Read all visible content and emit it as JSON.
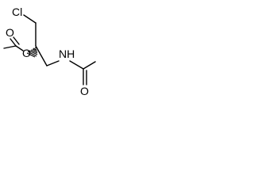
{
  "molecule": {
    "atoms": {
      "chlorine": "Cl",
      "ester_carbonyl_oxygen": "O",
      "ester_oxygen": "O",
      "amide_nitrogen": "NH",
      "amide_carbonyl_oxygen": "O"
    }
  }
}
